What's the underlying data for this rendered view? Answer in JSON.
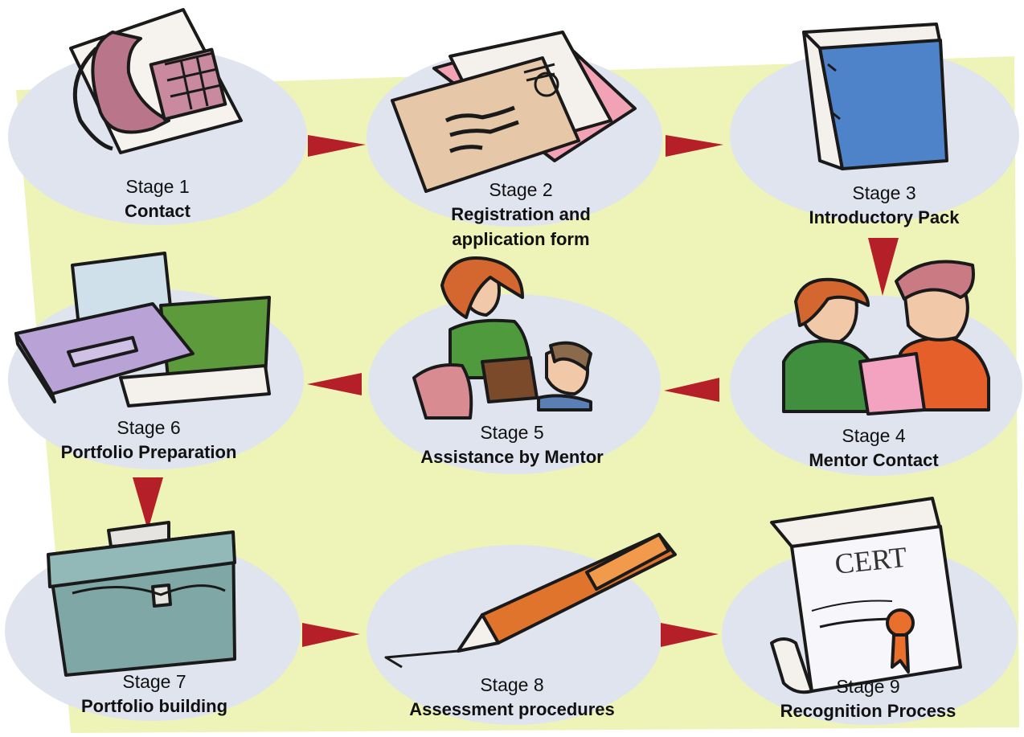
{
  "colors": {
    "background_panel": "#eef4b8",
    "ellipse": "#dfe4ef",
    "arrow": "#b51f27"
  },
  "stages": [
    {
      "number": "Stage 1",
      "title": [
        "Contact"
      ],
      "icon": "telephone-icon"
    },
    {
      "number": "Stage 2",
      "title": [
        "Registration and",
        "application form"
      ],
      "icon": "envelope-icon"
    },
    {
      "number": "Stage 3",
      "title": [
        "Introductory Pack"
      ],
      "icon": "binder-icon"
    },
    {
      "number": "Stage 4",
      "title": [
        "Mentor Contact"
      ],
      "icon": "people-reading-icon"
    },
    {
      "number": "Stage 5",
      "title": [
        "Assistance by Mentor"
      ],
      "icon": "mentor-group-icon"
    },
    {
      "number": "Stage 6",
      "title": [
        "Portfolio Preparation"
      ],
      "icon": "videotape-books-icon"
    },
    {
      "number": "Stage 7",
      "title": [
        "Portfolio building"
      ],
      "icon": "briefcase-icon"
    },
    {
      "number": "Stage 8",
      "title": [
        "Assessment procedures"
      ],
      "icon": "pen-icon"
    },
    {
      "number": "Stage 9",
      "title": [
        "Recognition Process"
      ],
      "icon": "certificate-icon"
    }
  ],
  "certificate_text": "CERT",
  "flow": [
    "1>2",
    "2>3",
    "3>4",
    "4>5",
    "5>6",
    "6>7",
    "7>8",
    "8>9"
  ]
}
